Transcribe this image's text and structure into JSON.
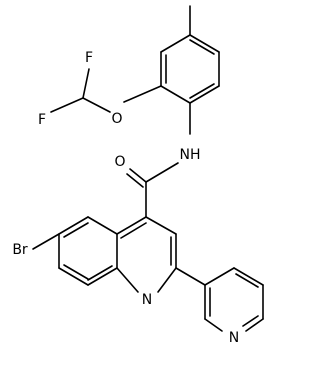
{
  "molecule": {
    "atom_labels": {
      "F1": "F",
      "F2": "F",
      "O_ether": "O",
      "O_carbonyl": "O",
      "NH": "NH",
      "Br": "Br",
      "N_quinoline": "N",
      "N_pyridine": "N"
    }
  },
  "colors": {
    "bond": "#000000",
    "text": "#000000",
    "background": "#ffffff"
  }
}
